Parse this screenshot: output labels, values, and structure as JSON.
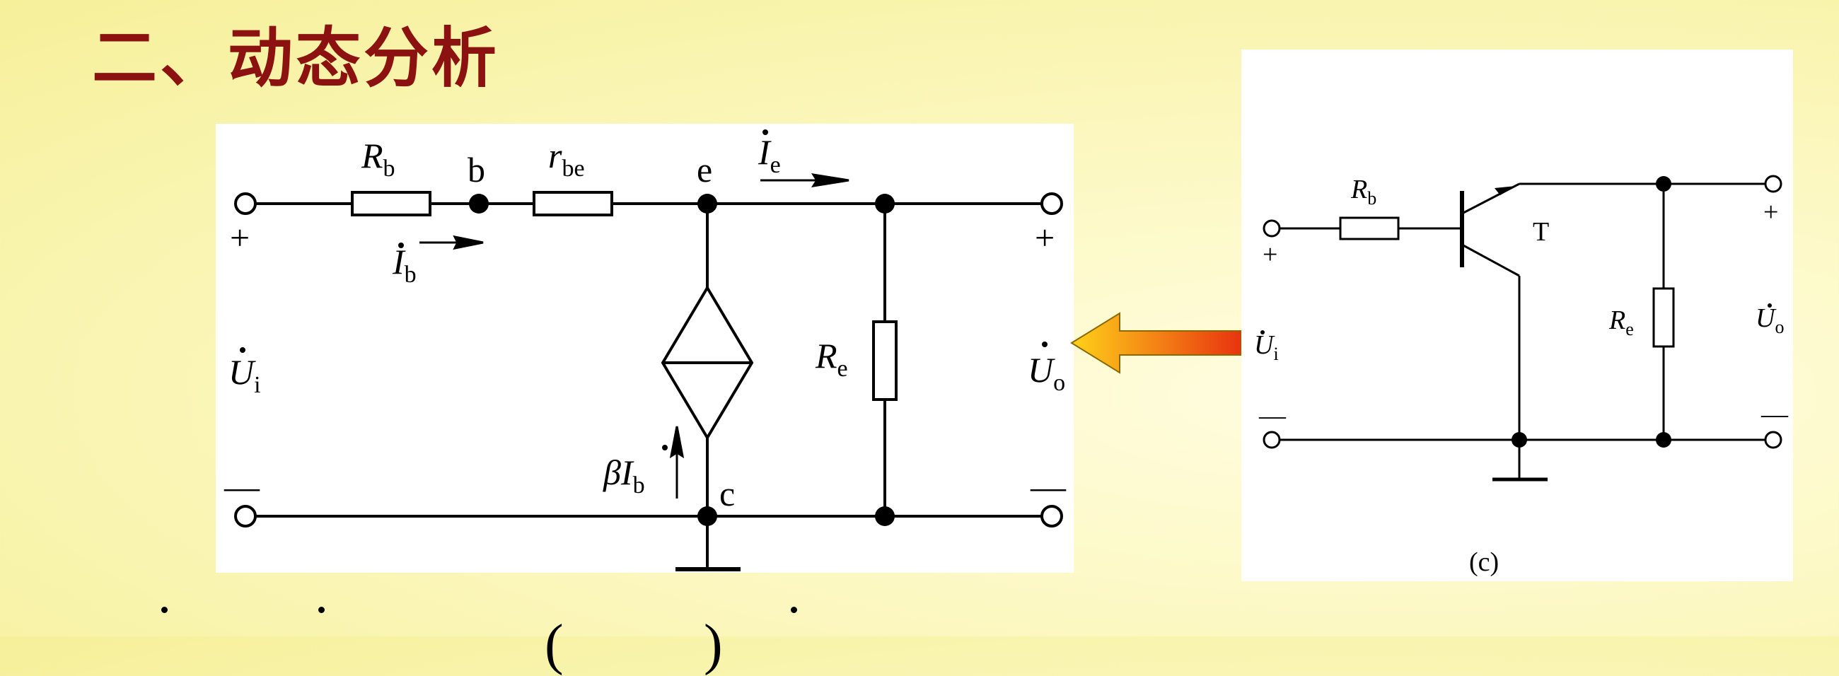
{
  "slide": {
    "title": "二、动态分析"
  },
  "equivalent_circuit": {
    "node_b": "b",
    "node_e": "e",
    "node_c": "c",
    "r_b": {
      "sym": "R",
      "sub": "b"
    },
    "r_be": {
      "sym": "r",
      "sub": "be"
    },
    "r_e": {
      "sym": "R",
      "sub": "e"
    },
    "i_e": {
      "sym": "I",
      "sub": "e"
    },
    "i_b": {
      "sym": "I",
      "sub": "b"
    },
    "u_i": {
      "sym": "U",
      "sub": "i"
    },
    "u_o": {
      "sym": "U",
      "sub": "o"
    },
    "source": {
      "beta": "β",
      "sym": "I",
      "sub": "b"
    },
    "plus": "+",
    "minus": "—"
  },
  "original_circuit": {
    "r_b": {
      "sym": "R",
      "sub": "b"
    },
    "r_e": {
      "sym": "R",
      "sub": "e"
    },
    "u_i": {
      "sym": "U",
      "sub": "i"
    },
    "u_o": {
      "sym": "U",
      "sub": "o"
    },
    "transistor": "T",
    "caption": "(c)",
    "plus": "+",
    "minus": "—"
  },
  "colors": {
    "title": "#8b1210",
    "arrow_start": "#ffd21a",
    "arrow_end": "#e8330f"
  },
  "arrow_icon": "left-arrow-icon"
}
